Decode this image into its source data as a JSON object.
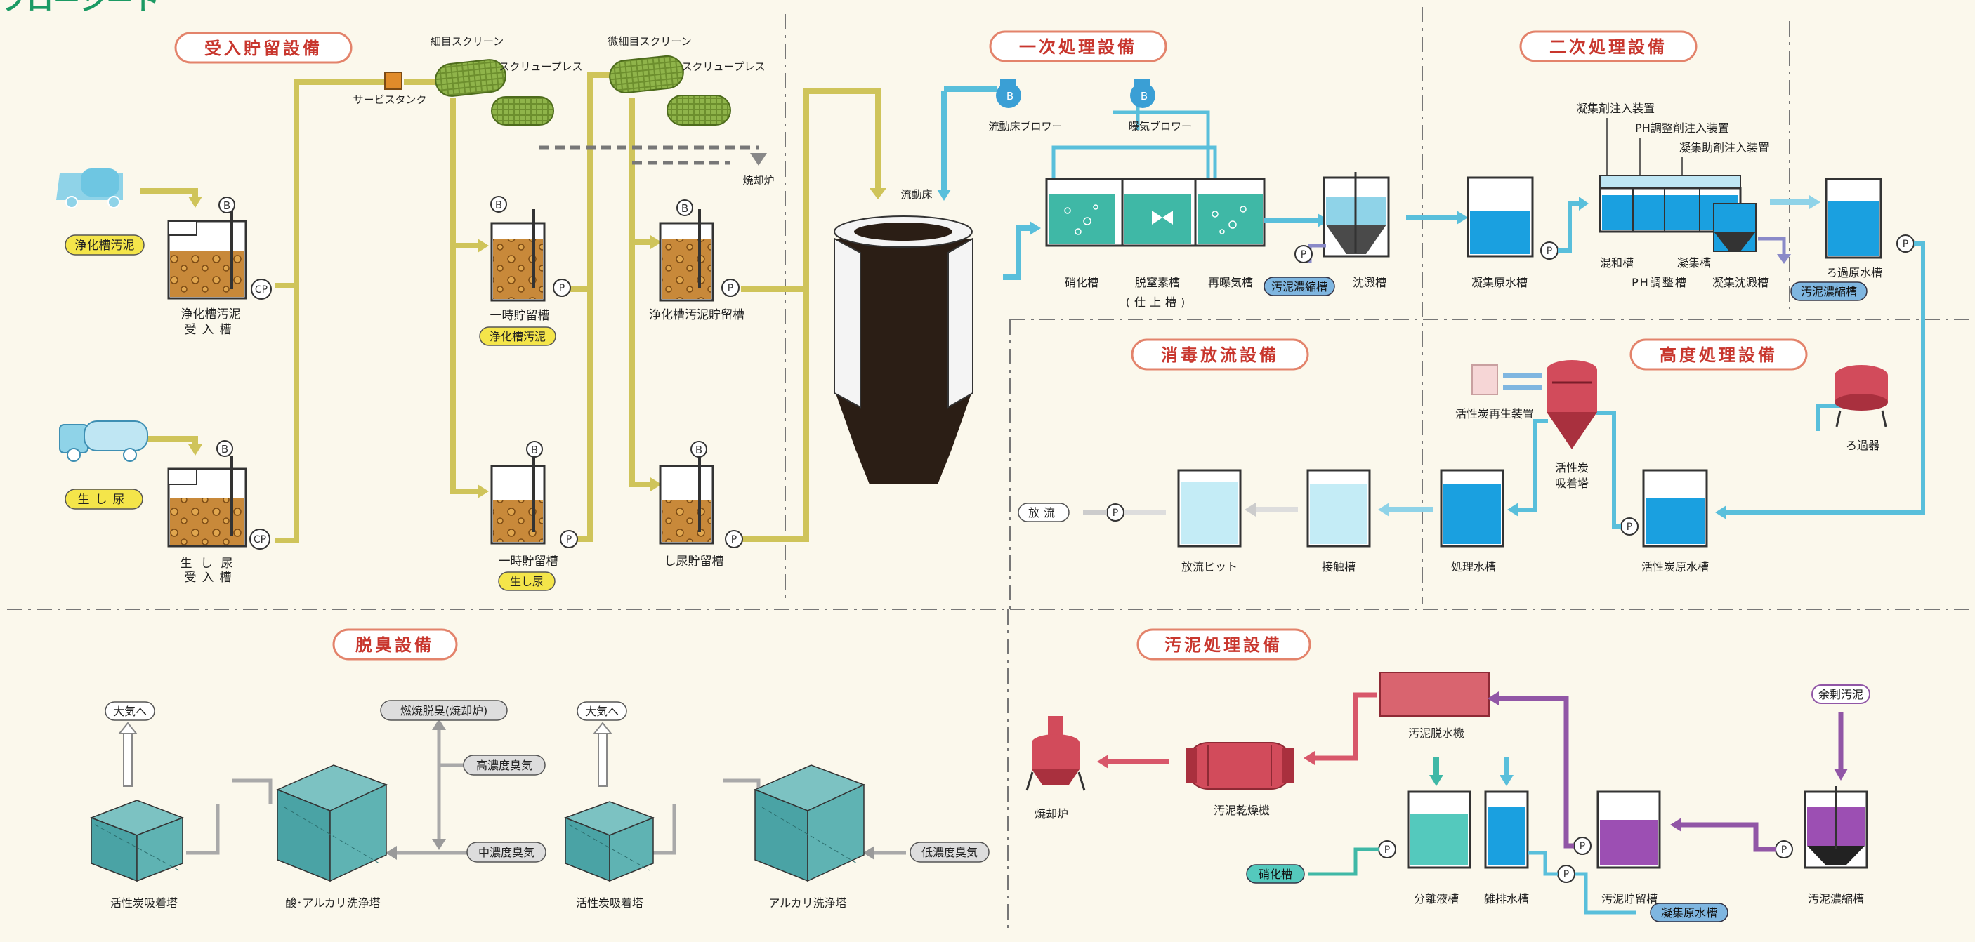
{
  "page_title": "フローシート",
  "sections": {
    "receiving": "受入貯留設備",
    "primary": "一次処理設備",
    "secondary": "二次処理設備",
    "disinfection": "消毒放流設備",
    "advanced": "高度処理設備",
    "deodorization": "脱臭設備",
    "sludge": "汚泥処理設備"
  },
  "receiving": {
    "service_tank": "サービスタンク",
    "coarse_screen": "細目スクリーン",
    "fine_screen": "微細目スクリーン",
    "screw_press_1": "スクリュープレス",
    "screw_press_2": "スクリュープレス",
    "incinerator_label": "焼却炉",
    "septic_sludge_tag": "浄化槽汚泥",
    "night_soil_tag": "生し尿",
    "septic_receive_1": "浄化槽汚泥",
    "septic_receive_2": "受入槽",
    "night_receive_1": "生し尿",
    "night_receive_2": "受入槽",
    "temp_tank_1": "一時貯留槽",
    "temp_tank_1_tag": "浄化槽汚泥",
    "temp_tank_2": "一時貯留槽",
    "temp_tank_2_tag": "生し尿",
    "septic_storage": "浄化槽汚泥貯留槽",
    "night_storage": "し尿貯留槽",
    "b": "B",
    "p": "P",
    "cp": "CP"
  },
  "primary": {
    "fluid_bed": "流動床",
    "fluid_blower": "流動床ブロワー",
    "aeration_blower": "曝気ブロワー",
    "nitrification": "硝化槽",
    "denitrification": "脱窒素槽",
    "reaeration": "再曝気槽",
    "finishing": "(仕上槽)",
    "settling": "沈澱槽",
    "sludge_thick_tag": "汚泥濃縮槽"
  },
  "secondary": {
    "coag_injector": "凝集剤注入装置",
    "ph_injector": "PH調整剤注入装置",
    "coag_aid_injector": "凝集助剤注入装置",
    "coag_raw": "凝集原水槽",
    "mixing": "混和槽",
    "ph_adjust": "PH調整槽",
    "coag_tank": "凝集槽",
    "coag_settling": "凝集沈澱槽",
    "filter_raw": "ろ過原水槽",
    "sludge_thick_tag": "汚泥濃縮槽"
  },
  "advanced": {
    "filter": "ろ過器",
    "carbon_regen": "活性炭再生装置",
    "carbon_tower_1": "活性炭",
    "carbon_tower_2": "吸着塔",
    "carbon_raw": "活性炭原水槽",
    "treated": "処理水槽"
  },
  "disinfection": {
    "contact": "接触槽",
    "discharge_pit": "放流ピット",
    "discharge": "放流"
  },
  "deodorization": {
    "to_air_1": "大気へ",
    "to_air_2": "大気へ",
    "combustion": "燃焼脱臭(焼却炉)",
    "high": "高濃度臭気",
    "mid": "中濃度臭気",
    "low": "低濃度臭気",
    "carbon_1": "活性炭吸着塔",
    "acid_alkali": "酸･アルカリ洗浄塔",
    "carbon_2": "活性炭吸着塔",
    "alkali": "アルカリ洗浄塔"
  },
  "sludge": {
    "dewater": "汚泥脱水機",
    "dryer": "汚泥乾燥機",
    "incinerator": "焼却炉",
    "separated": "分離液槽",
    "misc_drain": "雑排水槽",
    "sludge_storage": "汚泥貯留槽",
    "thickener": "汚泥濃縮槽",
    "excess_sludge_tag": "余剰汚泥",
    "nitrification_tag": "硝化槽",
    "coag_raw_tag": "凝集原水槽"
  },
  "colors": {
    "sludge_pipe": "#cfc45a",
    "water_pipe": "#59bfdb",
    "air_pipe": "#a9a9a9",
    "red_pipe": "#d8576a",
    "purple_pipe": "#9156a6",
    "section_border": "#e3836b",
    "section_text": "#c8362d",
    "title_green": "#1b9a63",
    "tag_yellow": "#f4e54a",
    "tag_blue": "#7fb6e0"
  }
}
